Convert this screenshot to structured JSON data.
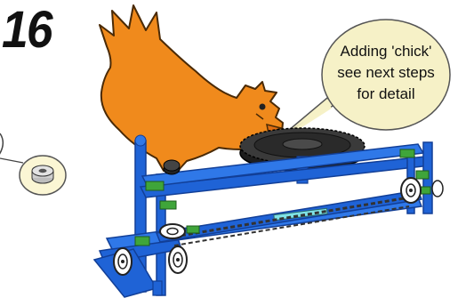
{
  "step": {
    "number": "16"
  },
  "callout": {
    "lines": [
      "Adding 'chick'",
      "see next steps",
      "for detail"
    ]
  },
  "colors": {
    "hen_body": "#f08a1c",
    "frame_blue": "#1f63d6",
    "frame_blue_dark": "#123f97",
    "connector_green": "#3fa53a",
    "gear_dark": "#2a2a2a",
    "bubble_fill": "#f6f1c7",
    "axle_light": "#7fe3e6",
    "ring_grey": "#c9c9c9"
  },
  "parts": {
    "inset_part": "bushing",
    "main_model": "hen-on-frame",
    "gear": "large-gear",
    "wheels": "pulley-wheels"
  }
}
